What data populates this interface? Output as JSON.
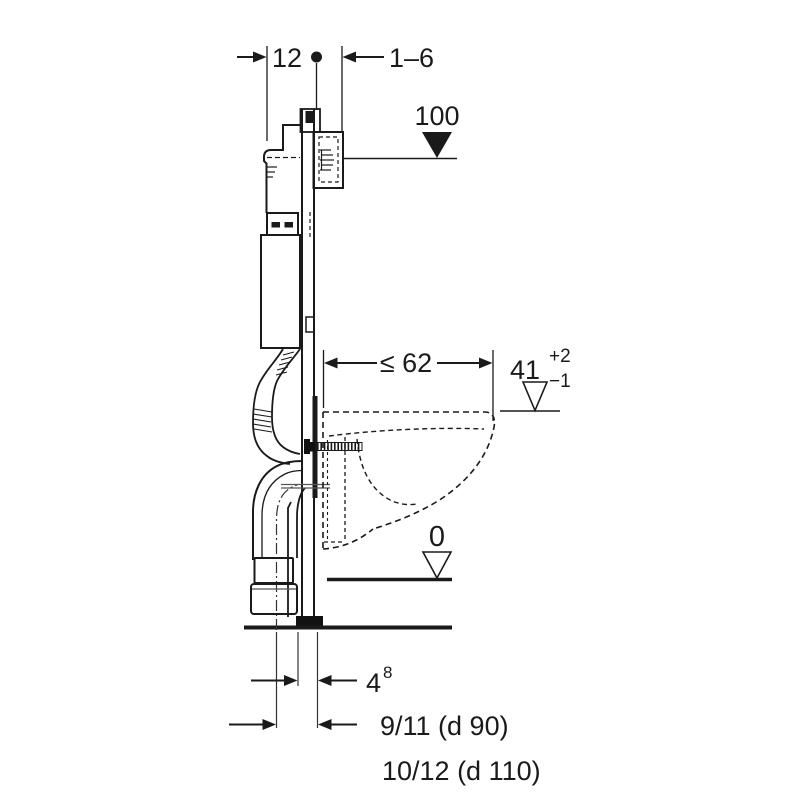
{
  "diagram": {
    "labels": {
      "frame_depth": "12",
      "finish_range": "1–6",
      "actuator_height": "100",
      "max_depth": "≤ 62",
      "bowl_height": "41",
      "tol_plus": "+2",
      "tol_minus": "−1",
      "floor_level": "0",
      "outlet_dim": "4",
      "outlet_footnote": "8",
      "drain_d90": "9/11 (d 90)",
      "drain_d110": "10/12 (d 110)"
    },
    "colors": {
      "ink": "#1a1a1a",
      "background": "#ffffff"
    }
  }
}
